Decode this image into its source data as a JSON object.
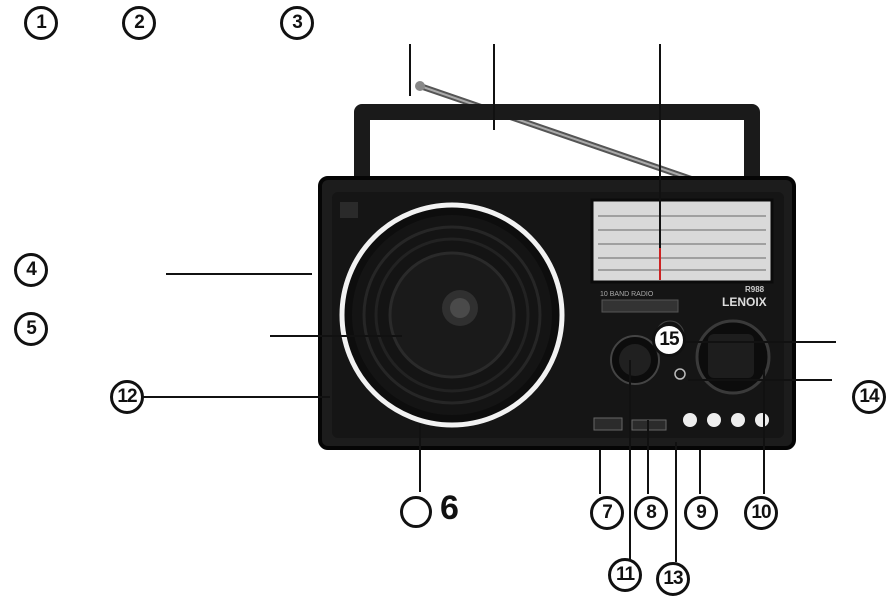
{
  "radio": {
    "brand": "LENOIX",
    "model": "R988",
    "subtitle": "10 BAND RADIO"
  },
  "callouts": [
    {
      "id": "c1",
      "label": "1"
    },
    {
      "id": "c2",
      "label": "2"
    },
    {
      "id": "c3",
      "label": "3"
    },
    {
      "id": "c4",
      "label": "4"
    },
    {
      "id": "c5",
      "label": "5"
    },
    {
      "id": "c6",
      "label": "6"
    },
    {
      "id": "c7",
      "label": "7"
    },
    {
      "id": "c8",
      "label": "8"
    },
    {
      "id": "c9",
      "label": "9"
    },
    {
      "id": "c10",
      "label": "10"
    },
    {
      "id": "c11",
      "label": "11"
    },
    {
      "id": "c12",
      "label": "12"
    },
    {
      "id": "c13",
      "label": "13"
    },
    {
      "id": "c14",
      "label": "14"
    },
    {
      "id": "c15",
      "label": "15"
    }
  ],
  "colors": {
    "body": "#1a1a1a",
    "bodyEdge": "#0a0a0a",
    "dial": "#d9d9d9",
    "ring": "#f2f2f2",
    "line": "#111111"
  }
}
